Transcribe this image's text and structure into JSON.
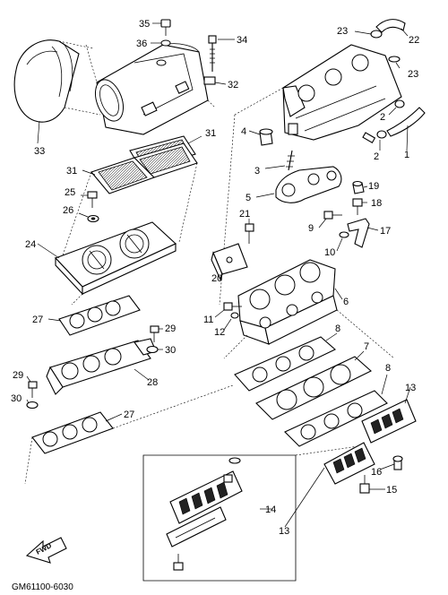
{
  "diagram_code": "GM61100-6030",
  "fwd_label": "FWD",
  "callouts": [
    {
      "id": "c1",
      "label": "1"
    },
    {
      "id": "c2a",
      "label": "2"
    },
    {
      "id": "c2b",
      "label": "2"
    },
    {
      "id": "c3",
      "label": "3"
    },
    {
      "id": "c4",
      "label": "4"
    },
    {
      "id": "c5",
      "label": "5"
    },
    {
      "id": "c6",
      "label": "6"
    },
    {
      "id": "c7",
      "label": "7"
    },
    {
      "id": "c8a",
      "label": "8"
    },
    {
      "id": "c8b",
      "label": "8"
    },
    {
      "id": "c9",
      "label": "9"
    },
    {
      "id": "c10",
      "label": "10"
    },
    {
      "id": "c11",
      "label": "11"
    },
    {
      "id": "c12",
      "label": "12"
    },
    {
      "id": "c13a",
      "label": "13"
    },
    {
      "id": "c13b",
      "label": "13"
    },
    {
      "id": "c14",
      "label": "14"
    },
    {
      "id": "c15",
      "label": "15"
    },
    {
      "id": "c16",
      "label": "16"
    },
    {
      "id": "c17",
      "label": "17"
    },
    {
      "id": "c18",
      "label": "18"
    },
    {
      "id": "c19",
      "label": "19"
    },
    {
      "id": "c20",
      "label": "20"
    },
    {
      "id": "c21",
      "label": "21"
    },
    {
      "id": "c22",
      "label": "22"
    },
    {
      "id": "c23a",
      "label": "23"
    },
    {
      "id": "c23b",
      "label": "23"
    },
    {
      "id": "c24",
      "label": "24"
    },
    {
      "id": "c25",
      "label": "25"
    },
    {
      "id": "c26",
      "label": "26"
    },
    {
      "id": "c27a",
      "label": "27"
    },
    {
      "id": "c27b",
      "label": "27"
    },
    {
      "id": "c28",
      "label": "28"
    },
    {
      "id": "c29a",
      "label": "29"
    },
    {
      "id": "c29b",
      "label": "29"
    },
    {
      "id": "c30a",
      "label": "30"
    },
    {
      "id": "c30b",
      "label": "30"
    },
    {
      "id": "c31a",
      "label": "31"
    },
    {
      "id": "c31b",
      "label": "31"
    },
    {
      "id": "c32",
      "label": "32"
    },
    {
      "id": "c33",
      "label": "33"
    },
    {
      "id": "c34",
      "label": "34"
    },
    {
      "id": "c35",
      "label": "35"
    },
    {
      "id": "c36",
      "label": "36"
    }
  ]
}
